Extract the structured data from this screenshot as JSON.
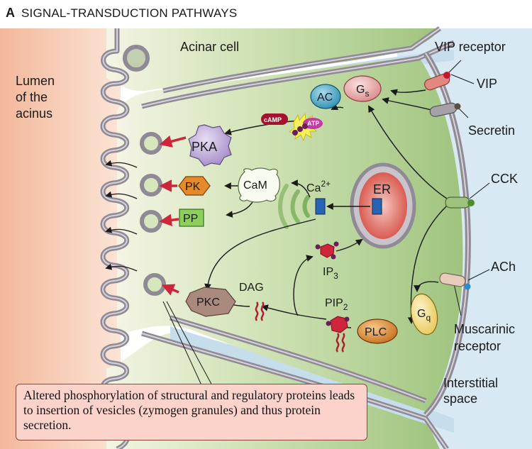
{
  "title": {
    "letter": "A",
    "text": "SIGNAL-TRANSDUCTION PATHWAYS"
  },
  "regions": {
    "lumen": [
      "Lumen",
      "of the",
      "acinus"
    ],
    "acinar_cell": "Acinar cell",
    "interstitial": [
      "Interstitial",
      "space"
    ]
  },
  "receptors": {
    "vip_receptor": "VIP receptor",
    "vip": "VIP",
    "secretin": "Secretin",
    "cck": "CCK",
    "ach": "ACh",
    "muscarinic": [
      "Muscarinic",
      "receptor"
    ]
  },
  "molecules": {
    "gs": "G",
    "gs_sub": "s",
    "ac": "AC",
    "camp": "cAMP",
    "atp": "ATP",
    "pka": "PKA",
    "pk": "PK",
    "pp": "PP",
    "cam": "CaM",
    "ca": "Ca",
    "ca_sup": "2+",
    "er": "ER",
    "ip3": "IP",
    "ip3_sub": "3",
    "pip2": "PIP",
    "pip2_sub": "2",
    "dag": "DAG",
    "pkc": "PKC",
    "plc": "PLC",
    "gq": "G",
    "gq_sub": "q"
  },
  "caption": "Altered phosphorylation of structural and regulatory proteins leads to insertion of vesicles (zymogen granules) and thus protein secretion.",
  "colors": {
    "cell_green": "#a9c98a",
    "lumen_peach": "#f6c2a6",
    "interstitial_blue": "#d6e8f2",
    "membrane_gray": "#8f8a95",
    "arrow_red": "#d0243a",
    "pka_purple": "#b9a6d6",
    "pk_orange": "#e48a2b",
    "pp_green": "#8ccf5a",
    "ac_teal": "#3fa3c4",
    "gs_pink": "#eaa3a3",
    "pkc_brown": "#a98a7c",
    "plc_orange": "#e3912e",
    "gq_yellow": "#f3dc7a",
    "er_red": "#e2786e",
    "camp_red": "#a3122e",
    "atp_magenta": "#c23aa3",
    "channel_blue": "#2864b4"
  }
}
